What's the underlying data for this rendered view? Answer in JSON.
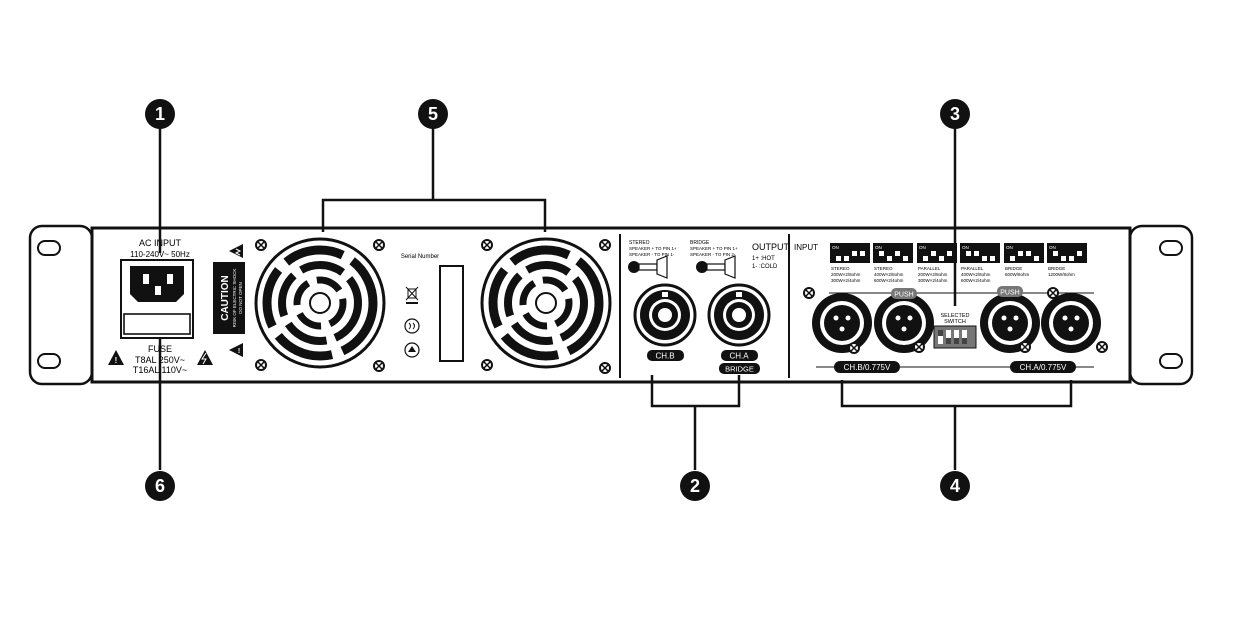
{
  "callouts": [
    "1",
    "2",
    "3",
    "4",
    "5",
    "6"
  ],
  "power": {
    "title": "AC INPUT",
    "voltage": "110-240V~ 50Hz",
    "fuse_title": "FUSE",
    "fuse_line1": "T8AL 250V~",
    "fuse_line2": "T16AL 110V~"
  },
  "caution": {
    "title": "CAUTION",
    "line1": "RISK OF ELECTRIC SHOCK",
    "line2": "DO NOT OPEN"
  },
  "serial_label": "Serial Number",
  "output": {
    "title": "OUTPUT",
    "hot": "1+ :HOT",
    "cold": "1- :COLD",
    "stereo_title": "STEREO",
    "stereo_l1": "SPEAKER + TO PIN 1+",
    "stereo_l2": "SPEAKER - TO PIN 1-",
    "bridge_title": "BRIDGE",
    "bridge_l1": "SPEAKER + TO PIN 1+",
    "bridge_l2": "SPEAKER - TO PIN 2-",
    "ch_b": "CH.B",
    "ch_a": "CH.A",
    "bridge_label": "BRIDGE"
  },
  "input": {
    "title": "INPUT",
    "dip_on": "ON",
    "modes": [
      {
        "name": "STEREO",
        "l1": "200W×2/8ohm",
        "l2": "300W×2/4ohm"
      },
      {
        "name": "STEREO",
        "l1": "400W×2/8ohm",
        "l2": "600W×2/4ohm"
      },
      {
        "name": "PARALLEL",
        "l1": "200W×2/8ohm",
        "l2": "300W×2/4ohm"
      },
      {
        "name": "PARALLEL",
        "l1": "400W×2/8ohm",
        "l2": "600W×2/4ohm"
      },
      {
        "name": "BRIDGE",
        "l1": "600W/8ohm",
        "l2": ""
      },
      {
        "name": "BRIDGE",
        "l1": "1200W/8ohm",
        "l2": ""
      }
    ],
    "selected_switch_l1": "SELECTED",
    "selected_switch_l2": "SWITCH",
    "push": "PUSH",
    "ch_b_level": "CH.B/0.775V",
    "ch_a_level": "CH.A/0.775V"
  }
}
